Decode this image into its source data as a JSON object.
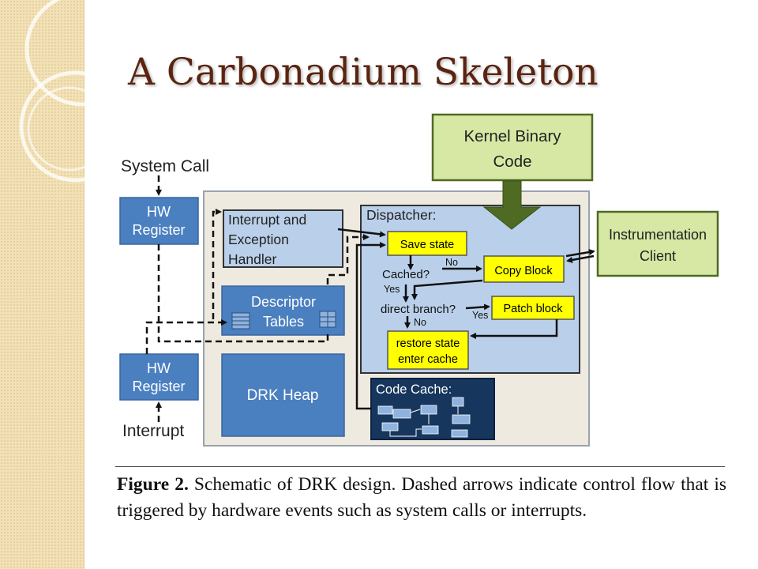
{
  "slide": {
    "title": "A Carbonadium Skeleton",
    "colors": {
      "title": "#5a2410",
      "sidebar": "#f3e1b6",
      "blue_box": "#4a7fc0",
      "yellow_box": "#ffff00",
      "green_box": "#d6e8a4",
      "arrow_green": "#4f6a23"
    }
  },
  "diagram": {
    "labels": {
      "system_call": "System Call",
      "interrupt": "Interrupt",
      "hw_register_1": [
        "HW",
        "Register"
      ],
      "hw_register_2": [
        "HW",
        "Register"
      ],
      "interrupt_handler": [
        "Interrupt and",
        "Exception",
        "Handler"
      ],
      "descriptor_tables": [
        "Descriptor",
        "Tables"
      ],
      "drk_heap": "DRK Heap",
      "dispatcher": "Dispatcher:",
      "save_state": "Save state",
      "cached": "Cached?",
      "direct_branch": "direct branch?",
      "copy_block": "Copy Block",
      "patch_block": "Patch block",
      "restore_state": [
        "restore state",
        "enter cache"
      ],
      "code_cache": "Code Cache:",
      "kernel_binary": [
        "Kernel Binary",
        "Code"
      ],
      "instrumentation": [
        "Instrumentation",
        "Client"
      ],
      "no_1": "No",
      "yes_1": "Yes",
      "yes_2": "Yes",
      "no_2": "No"
    }
  },
  "caption": {
    "label": "Figure 2.",
    "text": "Schematic of DRK design. Dashed arrows indicate control flow that is triggered by hardware events such as system calls or interrupts."
  }
}
